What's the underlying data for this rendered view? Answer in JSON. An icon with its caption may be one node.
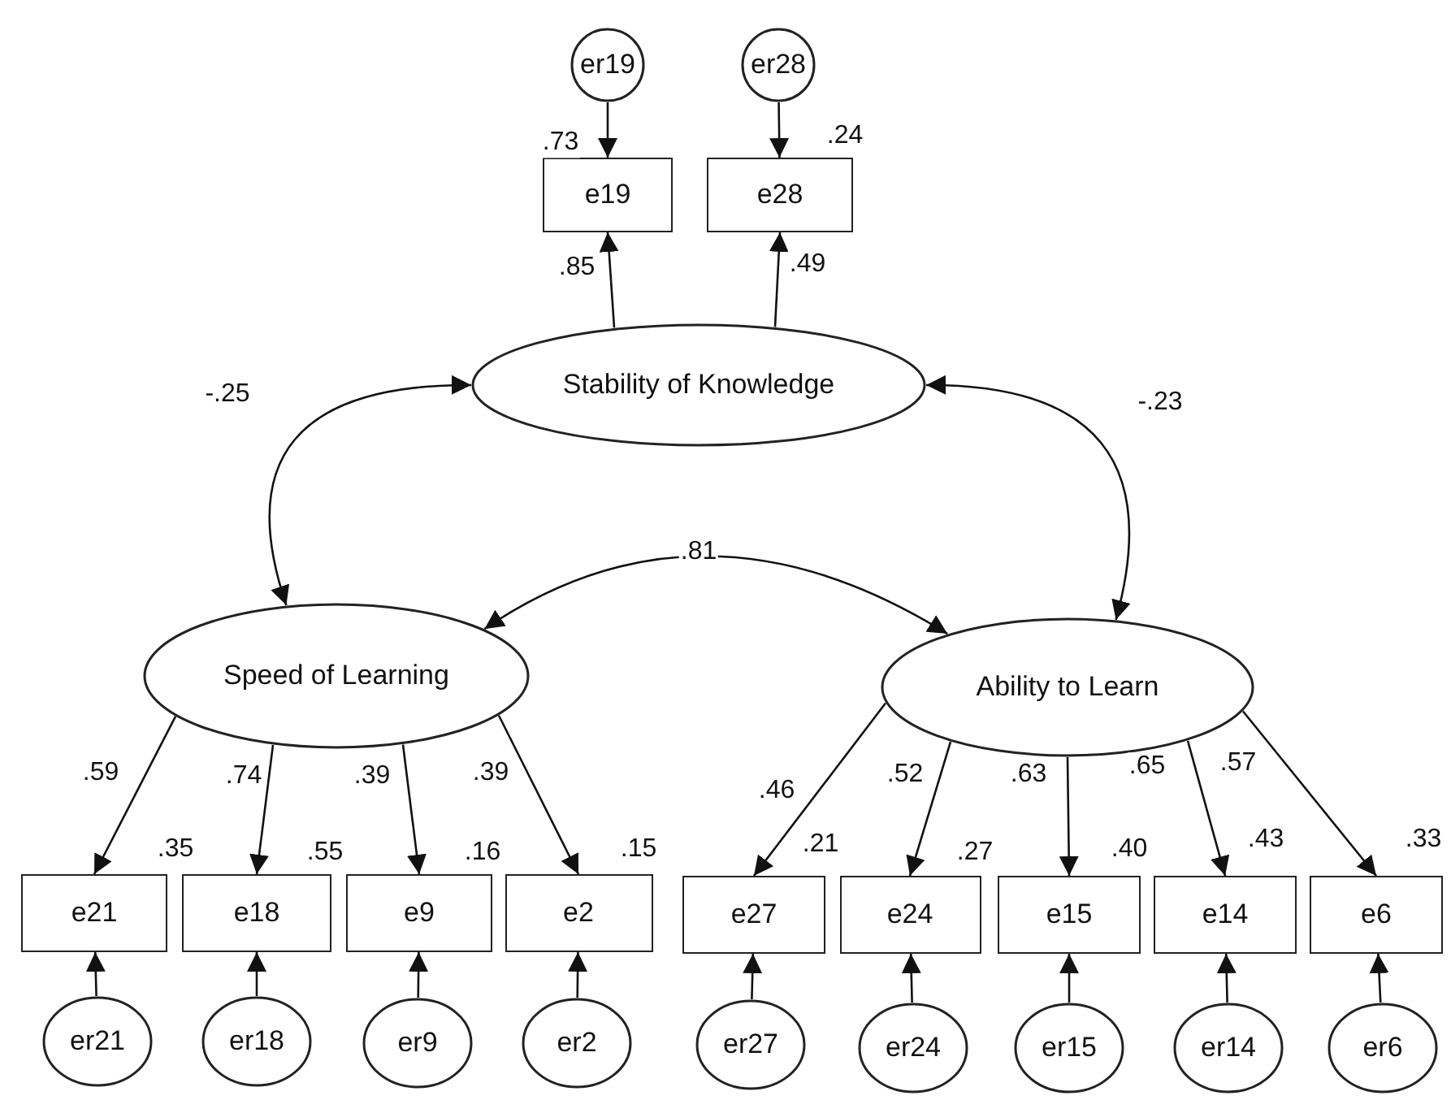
{
  "diagram": {
    "nodes": [
      {
        "text": [
          "er19"
        ]
      },
      {
        "text": [
          "er28"
        ]
      },
      {
        "text": [
          "e19"
        ],
        "beside": [
          ".73"
        ]
      },
      {
        "text": [
          "e28"
        ],
        "beside": [
          ".24"
        ]
      },
      {
        "text": [
          "Stability of Knowledge"
        ]
      },
      {
        "text": [
          "Speed of Learning"
        ]
      },
      {
        "text": [
          "Ability to Learn"
        ]
      },
      {
        "text": [
          "e21"
        ],
        "beside": [
          ".35"
        ]
      },
      {
        "text": [
          "e18"
        ],
        "beside": [
          ".55"
        ]
      },
      {
        "text": [
          "e9"
        ],
        "beside": [
          ".16"
        ]
      },
      {
        "text": [
          "e2"
        ],
        "beside": [
          ".15"
        ]
      },
      {
        "text": [
          "e27"
        ],
        "beside": [
          ".21"
        ]
      },
      {
        "text": [
          "e24"
        ],
        "beside": [
          ".27"
        ]
      },
      {
        "text": [
          "e15"
        ],
        "beside": [
          ".40"
        ]
      },
      {
        "text": [
          "e14"
        ],
        "beside": [
          ".43"
        ]
      },
      {
        "text": [
          "e6"
        ],
        "beside": [
          ".33"
        ]
      },
      {
        "text": [
          "er21"
        ]
      },
      {
        "text": [
          "er18"
        ]
      },
      {
        "text": [
          "er9"
        ]
      },
      {
        "text": [
          "er2"
        ]
      },
      {
        "text": [
          "er27"
        ]
      },
      {
        "text": [
          "er24"
        ]
      },
      {
        "text": [
          "er15"
        ]
      },
      {
        "text": [
          "er14"
        ]
      },
      {
        "text": [
          "er6"
        ]
      }
    ],
    "edges": [
      {
        "from": 0,
        "to": 2,
        "arrow": "to"
      },
      {
        "from": 1,
        "to": 3,
        "arrow": "to"
      },
      {
        "from": 4,
        "to": 2,
        "arrow": "to",
        "label": ".85"
      },
      {
        "from": 4,
        "to": 3,
        "arrow": "to",
        "label": ".49"
      },
      {
        "from": 4,
        "to": 5,
        "arrow": "both",
        "label": "-.25"
      },
      {
        "from": 4,
        "to": 6,
        "arrow": "both",
        "label": "-.23"
      },
      {
        "from": 5,
        "to": 6,
        "arrow": "both",
        "label": ".81"
      },
      {
        "from": 5,
        "to": 7,
        "arrow": "to",
        "label": ".59"
      },
      {
        "from": 5,
        "to": 8,
        "arrow": "to",
        "label": ".74"
      },
      {
        "from": 5,
        "to": 9,
        "arrow": "to",
        "label": ".39"
      },
      {
        "from": 5,
        "to": 10,
        "arrow": "to",
        "label": ".39"
      },
      {
        "from": 6,
        "to": 11,
        "arrow": "to",
        "label": ".46"
      },
      {
        "from": 6,
        "to": 12,
        "arrow": "to",
        "label": ".52"
      },
      {
        "from": 6,
        "to": 13,
        "arrow": "to",
        "label": ".63"
      },
      {
        "from": 6,
        "to": 14,
        "arrow": "to",
        "label": ".65"
      },
      {
        "from": 6,
        "to": 15,
        "arrow": "to",
        "label": ".57"
      },
      {
        "from": 16,
        "to": 7,
        "arrow": "to"
      },
      {
        "from": 17,
        "to": 8,
        "arrow": "to"
      },
      {
        "from": 18,
        "to": 9,
        "arrow": "to"
      },
      {
        "from": 19,
        "to": 10,
        "arrow": "to"
      },
      {
        "from": 20,
        "to": 11,
        "arrow": "to"
      },
      {
        "from": 21,
        "to": 12,
        "arrow": "to"
      },
      {
        "from": 22,
        "to": 13,
        "arrow": "to"
      },
      {
        "from": 23,
        "to": 14,
        "arrow": "to"
      },
      {
        "from": 24,
        "to": 15,
        "arrow": "to"
      }
    ]
  }
}
